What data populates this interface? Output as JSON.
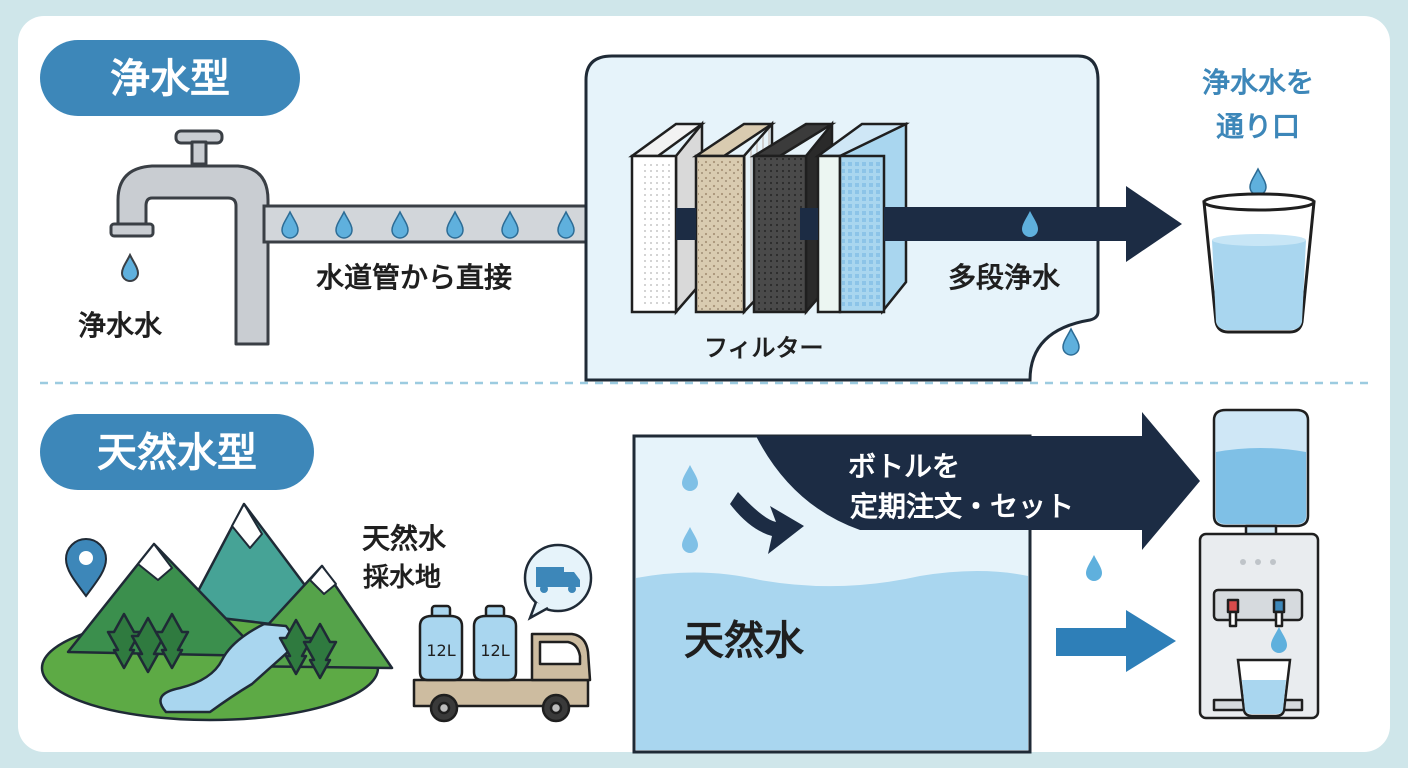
{
  "sections": {
    "purified": {
      "title": "浄水型",
      "tap_label": "浄水水",
      "pipe_label": "水道管から直接",
      "filter_label": "フィルター",
      "process_label": "多段浄水",
      "output_label_line1": "浄水水を",
      "output_label_line2": "通り口"
    },
    "natural": {
      "title": "天然水型",
      "source_label_line1": "天然水",
      "source_label_line2": "採水地",
      "bottle_capacity_1": "12L",
      "bottle_capacity_2": "12L",
      "delivery_label_line1": "ボトルを",
      "delivery_label_line2": "定期注文・セット",
      "tank_label": "天然水"
    }
  },
  "colors": {
    "badge": "#3d87b9",
    "arrow_dark": "#1c2c44",
    "arrow_blue": "#2e7fb8",
    "water_light": "#e6f3fa",
    "water": "#a9d6ef",
    "pipe": "#d2d6da",
    "grass": "#5daa45",
    "mountain_teal": "#46a396",
    "mountain_green": "#3b8f4d"
  },
  "icons": [
    "faucet-icon",
    "water-drop-icon",
    "filter-icon",
    "glass-icon",
    "location-pin-icon",
    "truck-icon",
    "water-bottle-icon",
    "water-dispenser-icon",
    "arrow-right-icon"
  ]
}
